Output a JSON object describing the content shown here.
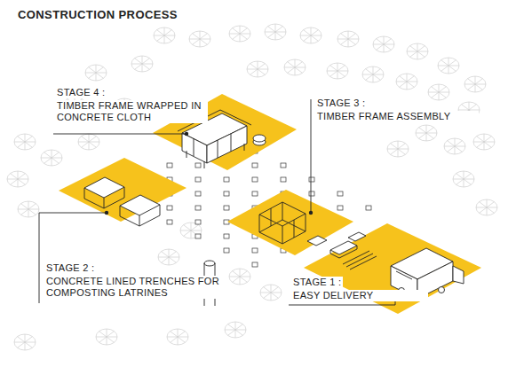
{
  "diagram": {
    "title": "CONSTRUCTION PROCESS",
    "labels": [
      "STAGE 4 :",
      "TIMBER FRAME WRAPPED IN CONCRETE CLOTH",
      "STAGE 3 :",
      "TIMBER FRAME ASSEMBLY",
      "STAGE 2 :",
      "CONCRETE LINED TRENCHES FOR COMPOSTING LATRINES",
      "STAGE 1 :",
      "EASY DELIVERY"
    ]
  }
}
